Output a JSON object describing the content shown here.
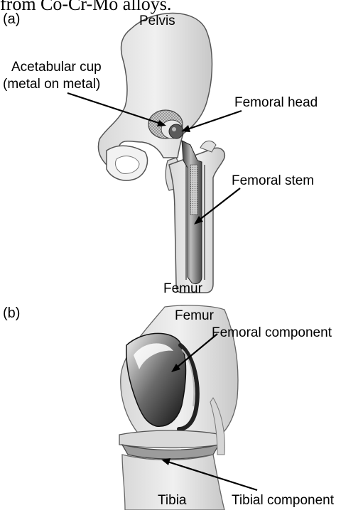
{
  "caption_fragment": "from Co-Cr-Mo alloys.",
  "panel_a": {
    "label": "(a)",
    "labels": {
      "pelvis": "Pelvis",
      "acetabular_cup_line1": "Acetabular cup",
      "acetabular_cup_line2": "(metal on metal)",
      "femoral_head": "Femoral head",
      "femoral_stem": "Femoral stem",
      "femur": "Femur"
    }
  },
  "panel_b": {
    "label": "(b)",
    "labels": {
      "femur": "Femur",
      "femoral_component": "Femoral component",
      "tibia": "Tibia",
      "tibial_component": "Tibial component"
    }
  },
  "colors": {
    "bone": "#e6e6e6",
    "bone_shadow": "#bdbdbd",
    "metal": "#9a9a9a",
    "metal_dark": "#2a2a2a",
    "text": "#000000"
  }
}
